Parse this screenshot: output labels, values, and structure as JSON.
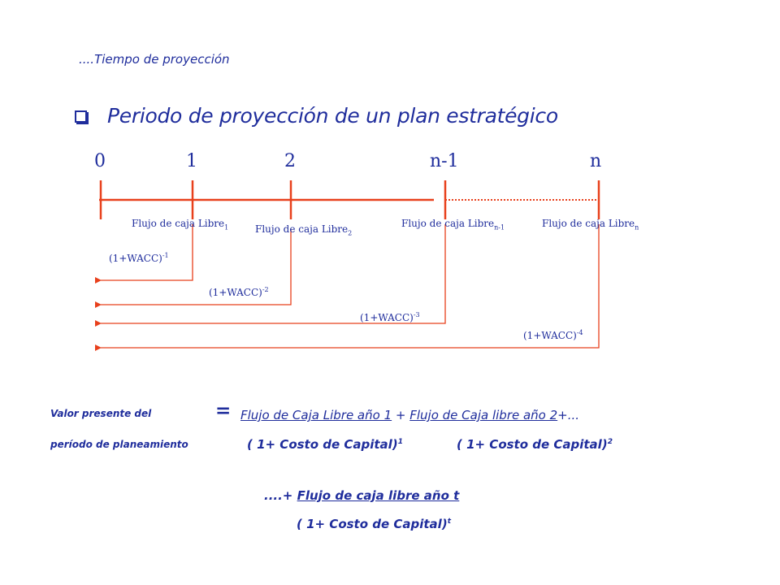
{
  "subtitle": "....Tiempo de proyección",
  "heading": "Periodo de proyección de un plan estratégico",
  "icons": {
    "bullet": "checkbox-bullet-icon"
  },
  "colors": {
    "timeline": "#e8401c",
    "text": "#1f2d9c"
  },
  "timeline": {
    "ticks": [
      "0",
      "1",
      "2",
      "n-1",
      "n"
    ]
  },
  "flows": [
    {
      "label": "Flujo de caja Libre",
      "sub": "1"
    },
    {
      "label": "Flujo de caja Libre",
      "sub": "2"
    },
    {
      "label": "Flujo de caja Libre",
      "sub": "n-1"
    },
    {
      "label": "Flujo de caja Libre",
      "sub": "n"
    }
  ],
  "discounts": [
    {
      "base": "(1+WACC)",
      "exp": "-1"
    },
    {
      "base": "(1+WACC)",
      "exp": "-2"
    },
    {
      "base": "(1+WACC)",
      "exp": "-3"
    },
    {
      "base": "(1+WACC)",
      "exp": "-4"
    }
  ],
  "formula": {
    "lhs_line1": "Valor presente del",
    "lhs_line2": "período de planeamiento",
    "equals": "=",
    "num1": "Flujo de Caja Libre año 1",
    "plus1": " + ",
    "num2": "Flujo de Caja libre año 2",
    "tail1": "+...",
    "den1": "( 1+ Costo de Capital)",
    "den1_exp": "1",
    "den2": "( 1+ Costo de Capital)",
    "den2_exp": "2",
    "prefix3": "....+ ",
    "num3": "Flujo de caja libre  año t",
    "den3": "( 1+ Costo de Capital)",
    "den3_exp": "t"
  }
}
